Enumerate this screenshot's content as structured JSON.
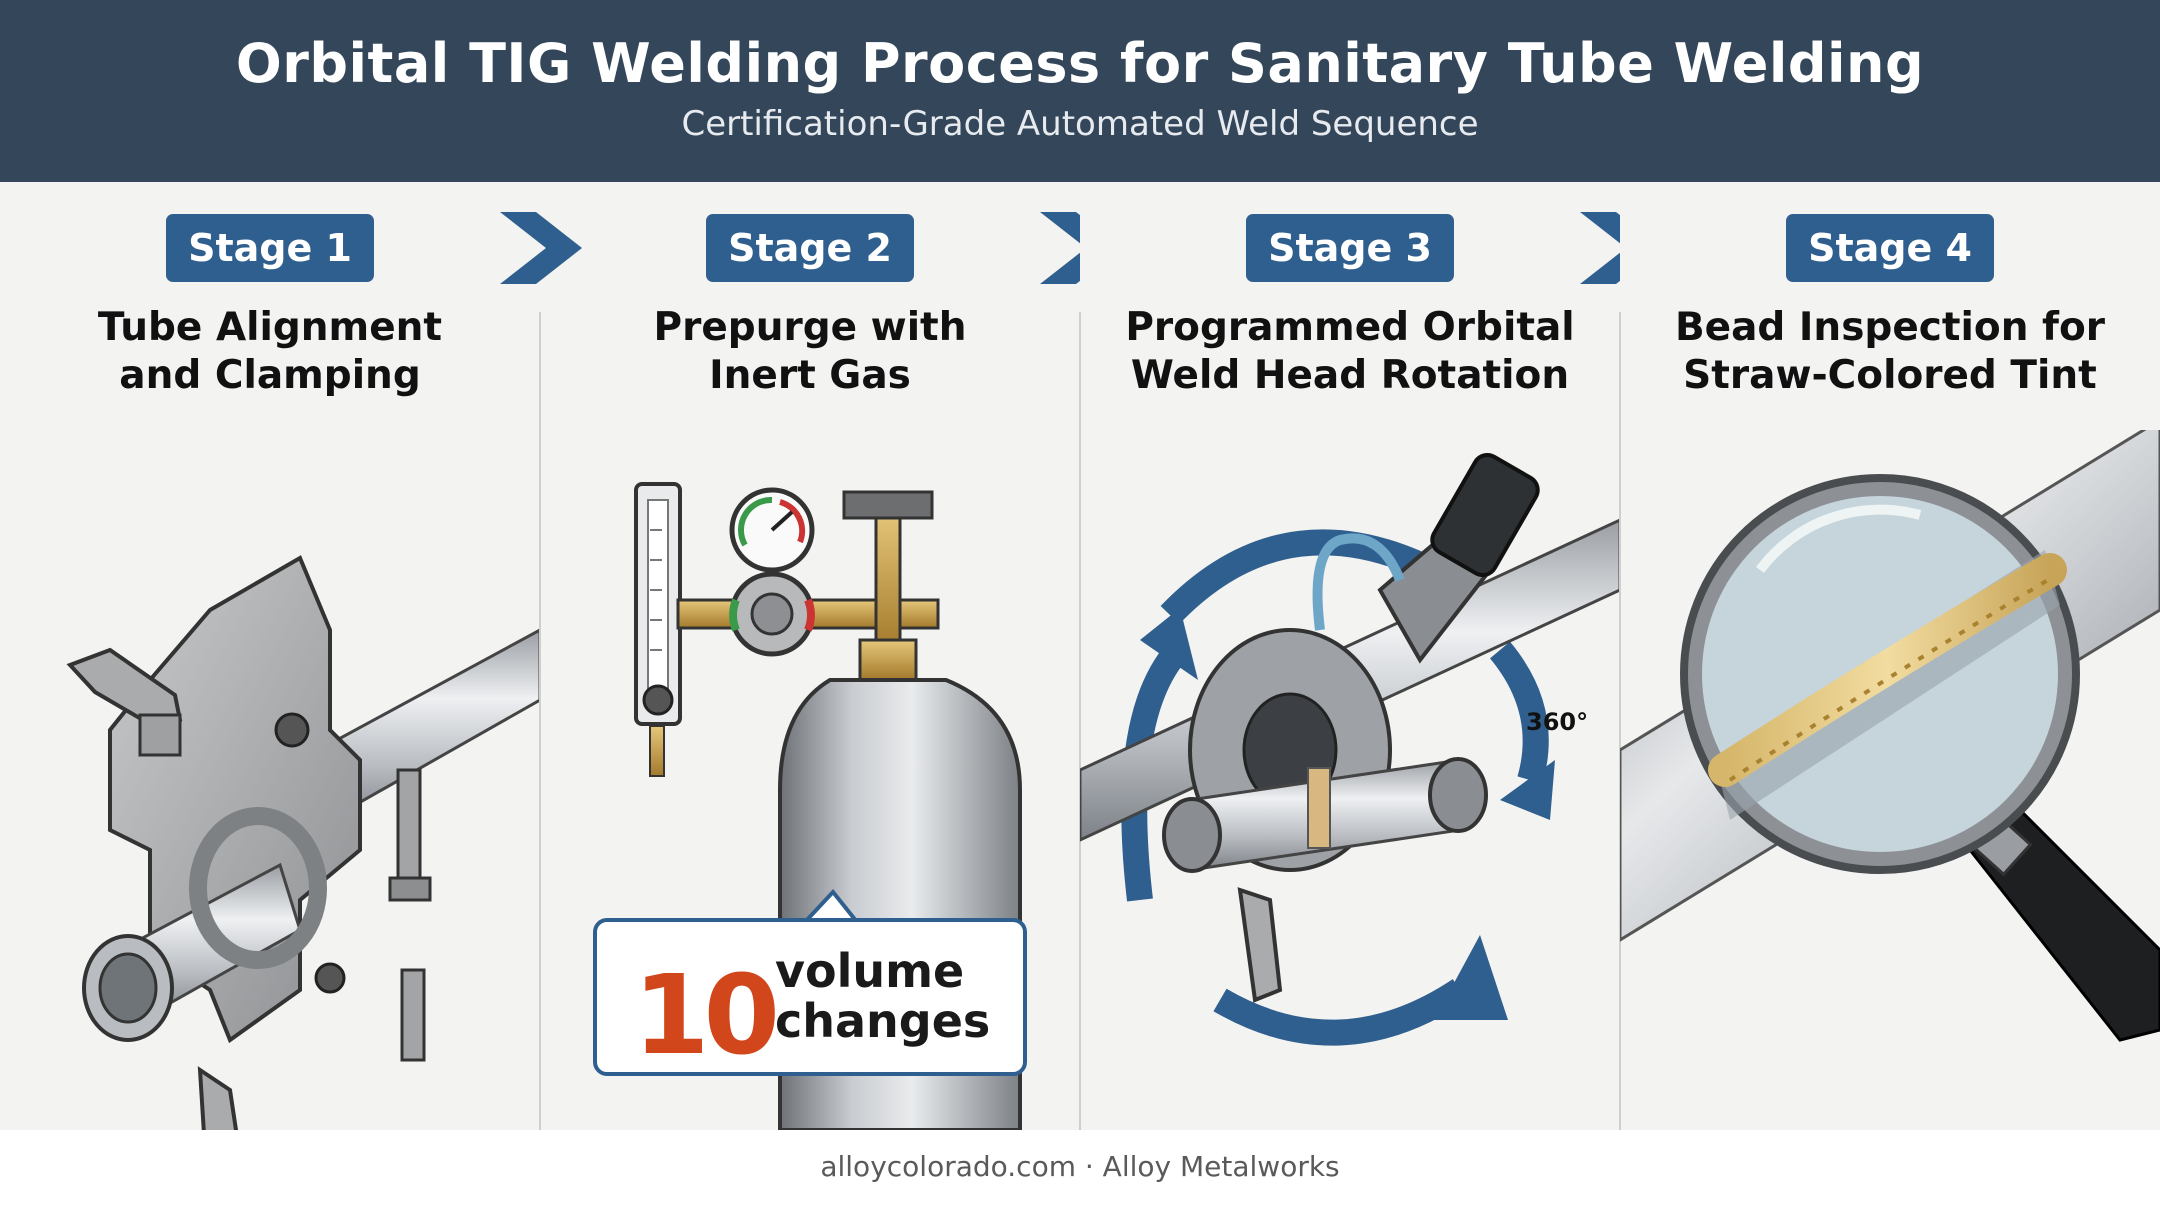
{
  "header": {
    "title": "Orbital TIG Welding Process for Sanitary Tube Welding",
    "subtitle": "Certification-Grade Automated Weld Sequence"
  },
  "stages": [
    {
      "badge": "Stage 1",
      "title_line1": "Tube Alignment",
      "title_line2": "and Clamping"
    },
    {
      "badge": "Stage 2",
      "title_line1": "Prepurge with",
      "title_line2": "Inert Gas"
    },
    {
      "badge": "Stage 3",
      "title_line1": "Programmed Orbital",
      "title_line2": "Weld Head Rotation"
    },
    {
      "badge": "Stage 4",
      "title_line1": "Bead Inspection for",
      "title_line2": "Straw-Colored Tint"
    }
  ],
  "callout": {
    "number": "10",
    "line1": "volume",
    "line2": "changes"
  },
  "rotation_label": "360°",
  "footer": {
    "text": "alloycolorado.com · Alloy Metalworks"
  },
  "colors": {
    "header_bg": "#33465a",
    "badge_bg": "#2f5f8f",
    "accent_orange": "#d2461b",
    "arrow_blue": "#2f5f8f"
  },
  "icons": [
    "chevron-right-icon",
    "tube-clamp-icon",
    "gas-cylinder-icon",
    "orbital-weld-head-icon",
    "magnifying-glass-icon"
  ]
}
